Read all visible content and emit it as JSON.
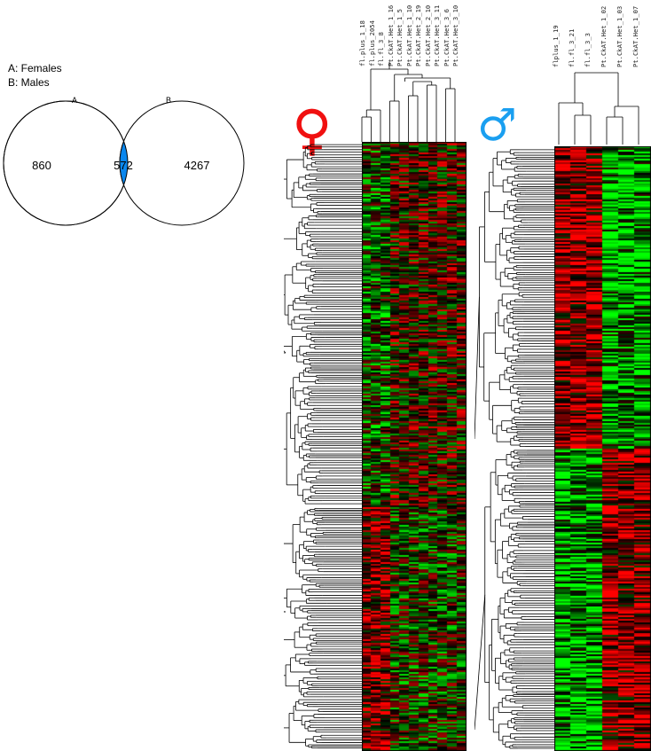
{
  "venn": {
    "legend": [
      "A: Females",
      "B: Males"
    ],
    "set_labels": [
      "A",
      "B"
    ],
    "counts": {
      "a_only": "860",
      "both": "572",
      "b_only": "4267"
    },
    "overlap_color": "#0a87ee"
  },
  "females": {
    "symbol": "♀",
    "symbol_color": "#f01010",
    "columns": [
      "fl.plus_1_18",
      "fl.plus_2054",
      "fl.fl_3_8",
      "Pt.CkAT.Het_1_16",
      "Pt.CkAT.Het_1_5",
      "Pt.CkAT.Het_1_10",
      "Pt.CkAT.Het_2_19",
      "Pt.CkAT.Het_2_10",
      "Pt.CkAT.Het_3_11",
      "Pt.CkAT.Het_3_6",
      "Pt.CkAT.Het_3_10"
    ]
  },
  "males": {
    "symbol": "♂",
    "symbol_color": "#1a9ff0",
    "columns": [
      "flplus_1_19",
      "fl.fl_3_21",
      "fl.fl_3_3",
      "Pt.CkAT.Het_1_02",
      "Pt.CkAT.Het_1_03",
      "Pt.CkAT.Het_1_07"
    ]
  },
  "heatmap_colors": {
    "high": "#ff0000",
    "low": "#00ff00",
    "mid": "#000000"
  }
}
